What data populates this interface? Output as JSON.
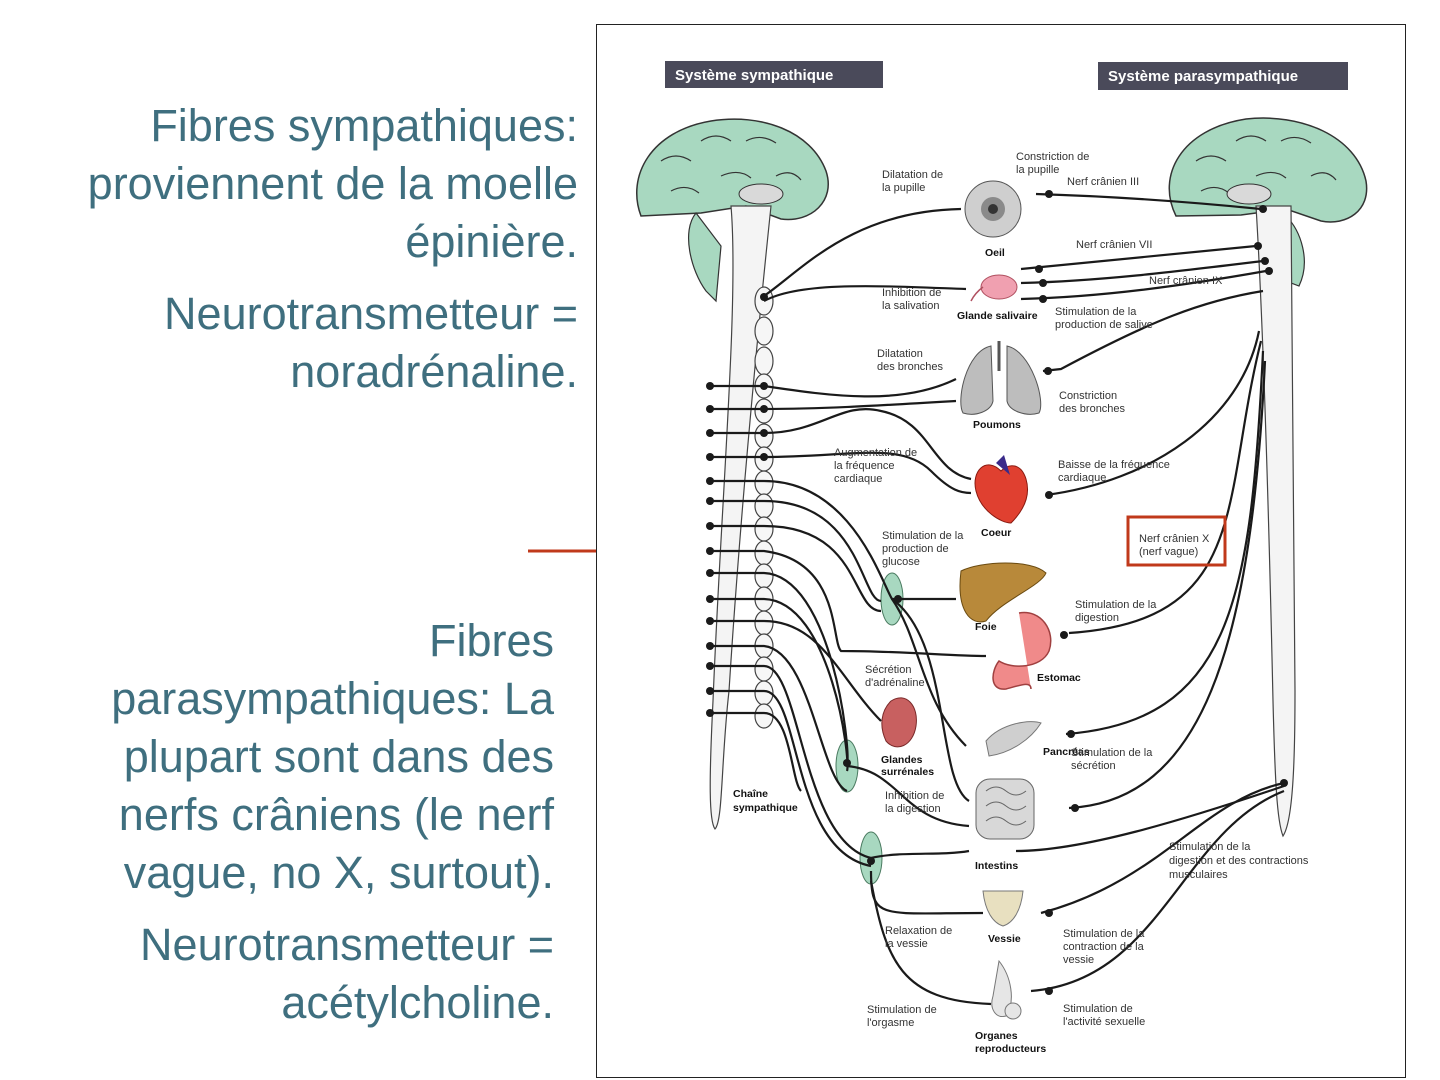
{
  "left_text": {
    "sympathetic_fibers": "Fibres sympathiques: proviennent de la moelle épinière.",
    "sympathetic_transmitter": "Neurotransmetteur = noradrénaline.",
    "parasympathetic_fibers": "Fibres parasympathiques: La plupart sont dans des nerfs crâniens (le nerf vague, no X, surtout).",
    "parasympathetic_transmitter": "Neurotransmetteur = acétylcholine."
  },
  "diagram": {
    "header_sympathetic": "Système sympathique",
    "header_parasympathetic": "Système parasympathique",
    "chain_label_1": "Chaîne",
    "chain_label_2": "sympathique",
    "vagus_1": "Nerf crânien X",
    "vagus_2": "(nerf vague)",
    "nerve_III": "Nerf crânien III",
    "nerve_VII": "Nerf crânien VII",
    "nerve_IX": "Nerf crânien IX",
    "organs": {
      "eye": "Oeil",
      "salivary": "Glande salivaire",
      "lungs": "Poumons",
      "heart": "Coeur",
      "liver": "Foie",
      "stomach": "Estomac",
      "pancreas": "Pancréas",
      "adrenal_1": "Glandes",
      "adrenal_2": "surrénales",
      "intestines": "Intestins",
      "bladder": "Vessie",
      "repro_1": "Organes",
      "repro_2": "reproducteurs"
    },
    "symp_effects": {
      "pupil_1": "Dilatation de",
      "pupil_2": "la pupille",
      "saliva_1": "Inhibition de",
      "saliva_2": "la salivation",
      "bronchi_1": "Dilatation",
      "bronchi_2": "des bronches",
      "heart_1": "Augmentation de",
      "heart_2": "la fréquence",
      "heart_3": "cardiaque",
      "glucose_1": "Stimulation de la",
      "glucose_2": "production de",
      "glucose_3": "glucose",
      "adrenaline_1": "Sécrétion",
      "adrenaline_2": "d'adrénaline",
      "digestion_1": "Inhibition de",
      "digestion_2": "la digestion",
      "bladder_1": "Relaxation de",
      "bladder_2": "la vessie",
      "orgasm_1": "Stimulation de",
      "orgasm_2": "l'orgasme"
    },
    "para_effects": {
      "pupil_1": "Constriction de",
      "pupil_2": "la pupille",
      "saliva_1": "Stimulation de la",
      "saliva_2": "production de salive",
      "bronchi_1": "Constriction",
      "bronchi_2": "des bronches",
      "heart_1": "Baisse de la fréquence",
      "heart_2": "cardiaque",
      "digestion_1": "Stimulation de la",
      "digestion_2": "digestion",
      "secretion_1": "Stimulation de la",
      "secretion_2": "sécrétion",
      "contraction_1": "Stimulation de la",
      "contraction_2": "digestion et des contractions",
      "contraction_3": "musculaires",
      "bladder_1": "Stimulation de la",
      "bladder_2": "contraction de la",
      "bladder_3": "vessie",
      "sexual_1": "Stimulation de",
      "sexual_2": "l'activité sexuelle"
    }
  },
  "colors": {
    "text_teal": "#3f6f7f",
    "annotation_red": "#c0391b",
    "brain_green": "#a8d8c0",
    "header_bg": "#4a4a5a"
  }
}
